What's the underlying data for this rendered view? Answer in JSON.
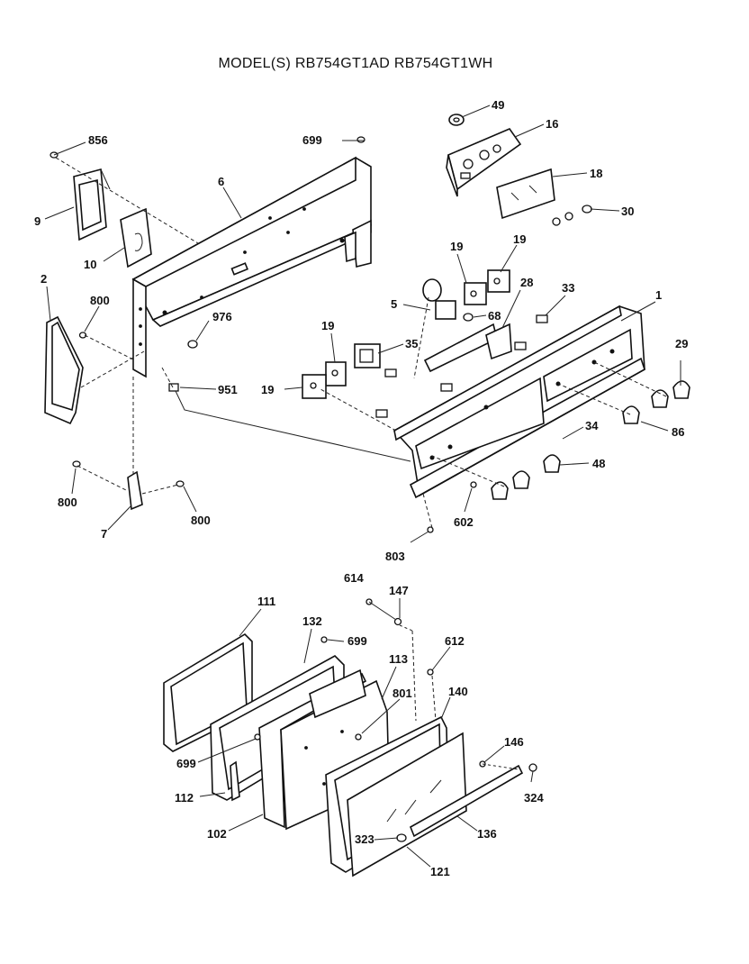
{
  "title": "MODEL(S) RB754GT1AD  RB754GT1WH",
  "labels": {
    "l49": "49",
    "l16": "16",
    "l18": "18",
    "l30": "30",
    "l856": "856",
    "l699a": "699",
    "l6": "6",
    "l9": "9",
    "l10": "10",
    "l19a": "19",
    "l19b": "19",
    "l2": "2",
    "l800a": "800",
    "l976": "976",
    "l5": "5",
    "l68": "68",
    "l28": "28",
    "l33": "33",
    "l1": "1",
    "l19c": "19",
    "l35": "35",
    "l29": "29",
    "l951": "951",
    "l19d": "19",
    "l86": "86",
    "l34": "34",
    "l48": "48",
    "l800b": "800",
    "l800c": "800",
    "l7": "7",
    "l602": "602",
    "l803": "803",
    "l614": "614",
    "l147": "147",
    "l111": "111",
    "l132": "132",
    "l699b": "699",
    "l612": "612",
    "l113": "113",
    "l801": "801",
    "l140": "140",
    "l146": "146",
    "l699c": "699",
    "l112": "112",
    "l324": "324",
    "l102": "102",
    "l323": "323",
    "l136": "136",
    "l121": "121"
  }
}
